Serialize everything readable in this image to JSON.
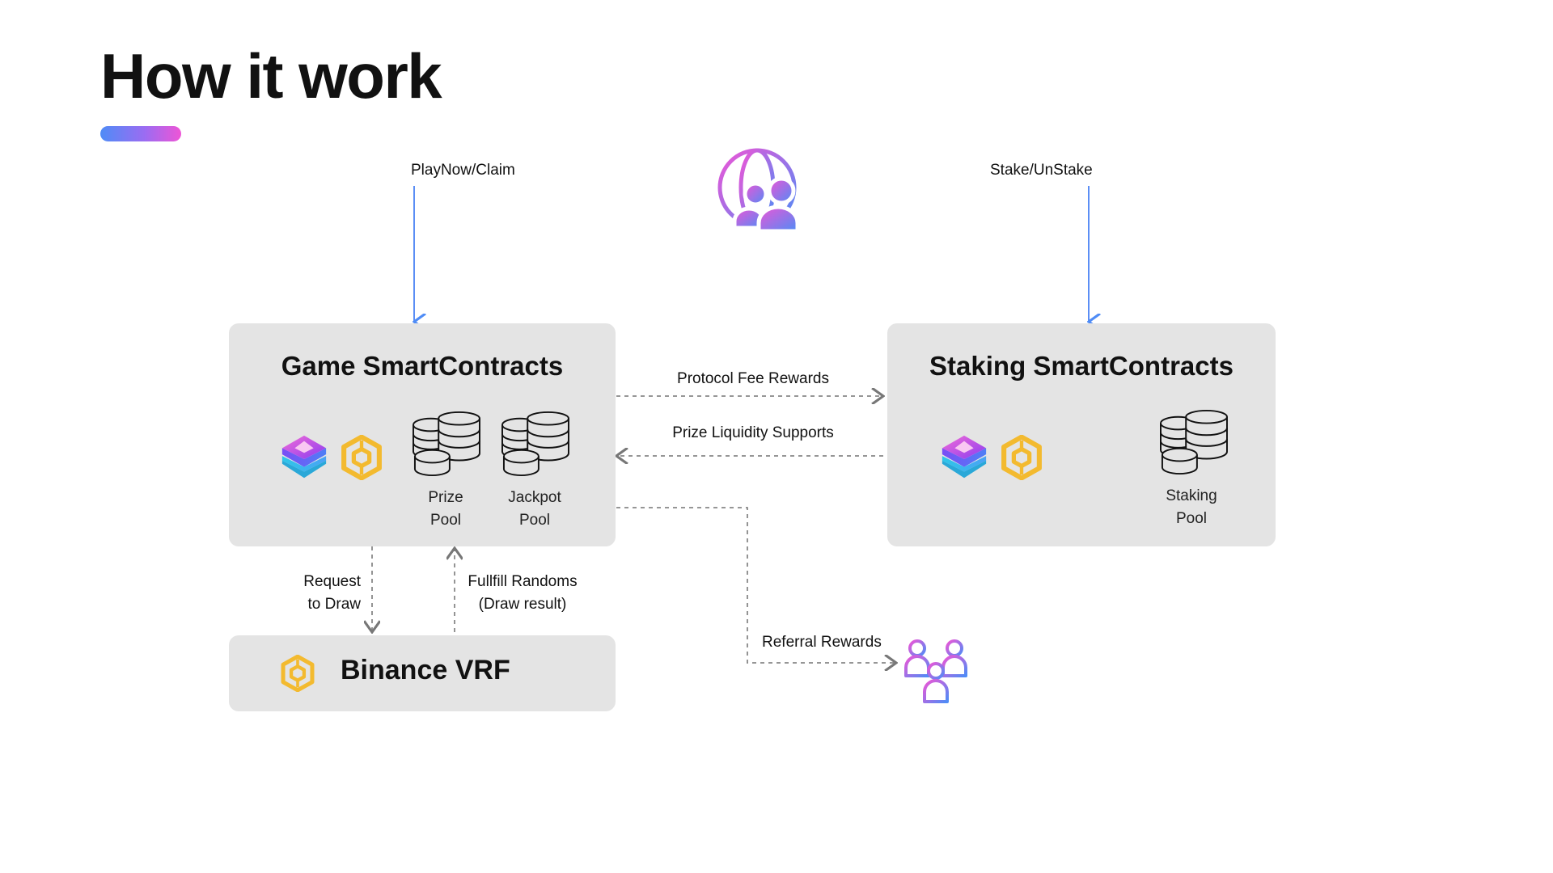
{
  "page": {
    "title": "How it work"
  },
  "flows": {
    "play_claim": "PlayNow/Claim",
    "stake_unstake": "Stake/UnStake",
    "protocol_fee": "Protocol Fee Rewards",
    "prize_liquidity": "Prize Liquidity Supports",
    "request_line1": "Request",
    "request_line2": "to Draw",
    "fulfill_line1": "Fullfill Randoms",
    "fulfill_line2": "(Draw result)",
    "referral": "Referral Rewards"
  },
  "game_box": {
    "heading": "Game SmartContracts",
    "prize_pool_line1": "Prize",
    "prize_pool_line2": "Pool",
    "jackpot_pool_line1": "Jackpot",
    "jackpot_pool_line2": "Pool"
  },
  "staking_box": {
    "heading": "Staking SmartContracts",
    "pool_line1": "Staking",
    "pool_line2": "Pool"
  },
  "vrf_box": {
    "label": "Binance VRF"
  },
  "icons": {
    "users": "globe-users-icon",
    "game_logo": "cube-logo-icon",
    "bnb": "bnb-icon",
    "coins": "coin-stack-icon",
    "referral": "group-users-icon"
  },
  "colors": {
    "accent_blue": "#4f8cf6",
    "accent_pink": "#ee55d6",
    "accent_purple": "#9b6cf2",
    "bnb_yellow": "#f3ba2f",
    "box_bg": "#e4e4e4"
  }
}
